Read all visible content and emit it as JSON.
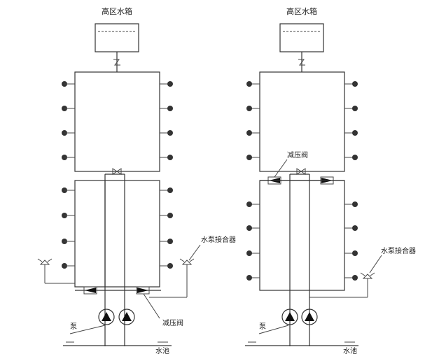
{
  "left_system": {
    "tank_label": "高区水箱",
    "pump_label": "泵",
    "prv_label": "减压阀",
    "connector_label": "水泵接合器",
    "pool_label": "水池"
  },
  "right_system": {
    "tank_label": "高区水箱",
    "pump_label": "泵",
    "prv_label": "减压阀",
    "connector_label": "水泵接合器",
    "pool_label": "水池"
  },
  "colors": {
    "line": "#333333",
    "background": "#ffffff"
  }
}
